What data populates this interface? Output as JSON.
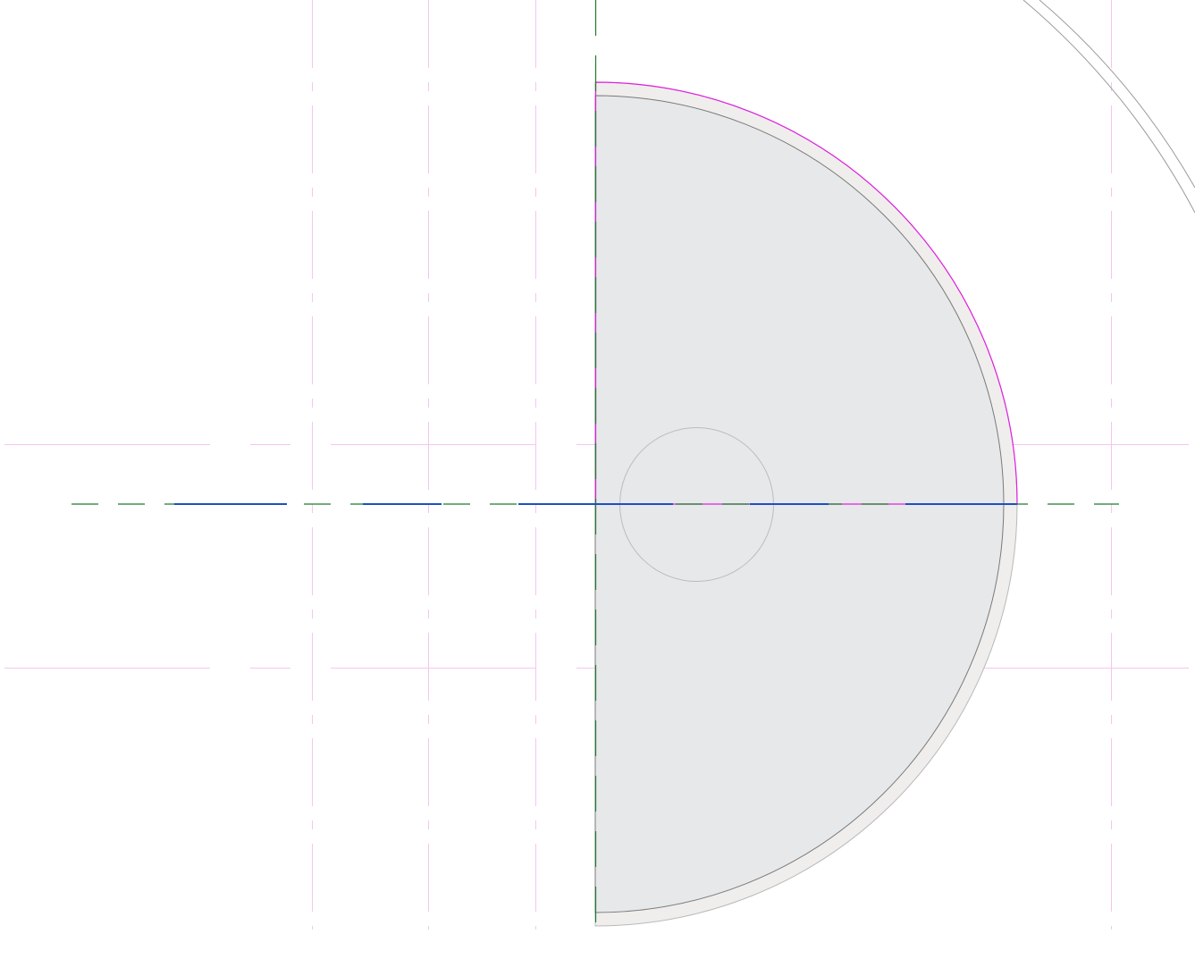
{
  "drawing": {
    "kind": "cad-plan-view",
    "background_color": "#ffffff",
    "colors": {
      "reference_plane": "#f4c6ee",
      "sketch_line": "#e020e0",
      "center_axis": "#1f7a2e",
      "centerline_blue": "#1d4fc4",
      "solid_fill": "#e7e8ea",
      "rim_fill": "#efeeec",
      "thin_outline": "#8a8a8a",
      "faint_outline": "#b9b9b9"
    },
    "elements": [
      "reference-plane-vertical",
      "reference-plane-horizontal",
      "semicircle-solid",
      "semicircle-rim",
      "inner-hole-circle",
      "sketch-line-magenta",
      "center-axis-vertical",
      "center-axis-horizontal",
      "blue-centerline",
      "outer-arc-top-right"
    ]
  }
}
